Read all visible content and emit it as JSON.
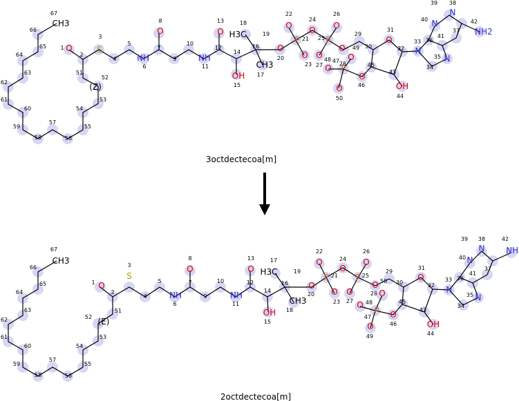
{
  "reaction": {
    "top": {
      "name": "3octdectecoa[m]",
      "atom_numbers": [
        "67",
        "66",
        "65",
        "64",
        "63",
        "62",
        "61",
        "60",
        "59",
        "58",
        "57",
        "56",
        "55",
        "54",
        "53",
        "52",
        "51",
        "1",
        "2",
        "3",
        "4",
        "5",
        "6",
        "7",
        "8",
        "9",
        "10",
        "11",
        "12",
        "13",
        "14",
        "15",
        "16",
        "17",
        "18",
        "19",
        "20",
        "21",
        "22",
        "23",
        "24",
        "25",
        "26",
        "27",
        "49",
        "29",
        "30",
        "31",
        "32",
        "33",
        "34",
        "35",
        "36",
        "37",
        "41",
        "40",
        "39",
        "38",
        "42",
        "43",
        "44",
        "45",
        "46",
        "47",
        "28",
        "48",
        "50"
      ],
      "atom_labels": [
        "CH3",
        "O",
        "S",
        "NH",
        "O",
        "NH",
        "O",
        "OH",
        "CH3",
        "H3C",
        "O",
        "P",
        "O",
        "O",
        "O",
        "P",
        "O",
        "O",
        "O",
        "O",
        "N",
        "N",
        "N",
        "N",
        "NH2",
        "OH",
        "O",
        "O",
        "O",
        "P",
        "O",
        "(Z)"
      ]
    },
    "bottom": {
      "name": "2octdectecoa[m]",
      "atom_numbers": [
        "67",
        "66",
        "65",
        "64",
        "63",
        "62",
        "61",
        "60",
        "59",
        "58",
        "57",
        "56",
        "55",
        "54",
        "53",
        "52",
        "51",
        "1",
        "2",
        "3",
        "4",
        "5",
        "6",
        "7",
        "8",
        "9",
        "10",
        "11",
        "12",
        "13",
        "14",
        "15",
        "16",
        "17",
        "18",
        "19",
        "20",
        "21",
        "22",
        "23",
        "24",
        "25",
        "26",
        "27",
        "50",
        "29",
        "30",
        "31",
        "32",
        "33",
        "34",
        "35",
        "36",
        "37",
        "41",
        "40",
        "39",
        "38",
        "42",
        "43",
        "44",
        "45",
        "46",
        "28",
        "48",
        "47",
        "49"
      ],
      "atom_labels": [
        "CH3",
        "O",
        "S",
        "NH",
        "O",
        "NH",
        "O",
        "OH",
        "H3C",
        "CH3",
        "O",
        "P",
        "O",
        "O",
        "O",
        "P",
        "O",
        "O",
        "O",
        "O",
        "N",
        "N",
        "N",
        "N",
        "NH2",
        "OH",
        "O",
        "O",
        "O",
        "P",
        "O",
        "(E)"
      ]
    },
    "arrow": "down-arrow-icon",
    "colors": {
      "oxygen": "#e00000",
      "nitrogen": "#3333cc",
      "phosphorus": "#e07020",
      "sulfur": "#aa9900",
      "highlight": "#d6d6f5"
    }
  }
}
